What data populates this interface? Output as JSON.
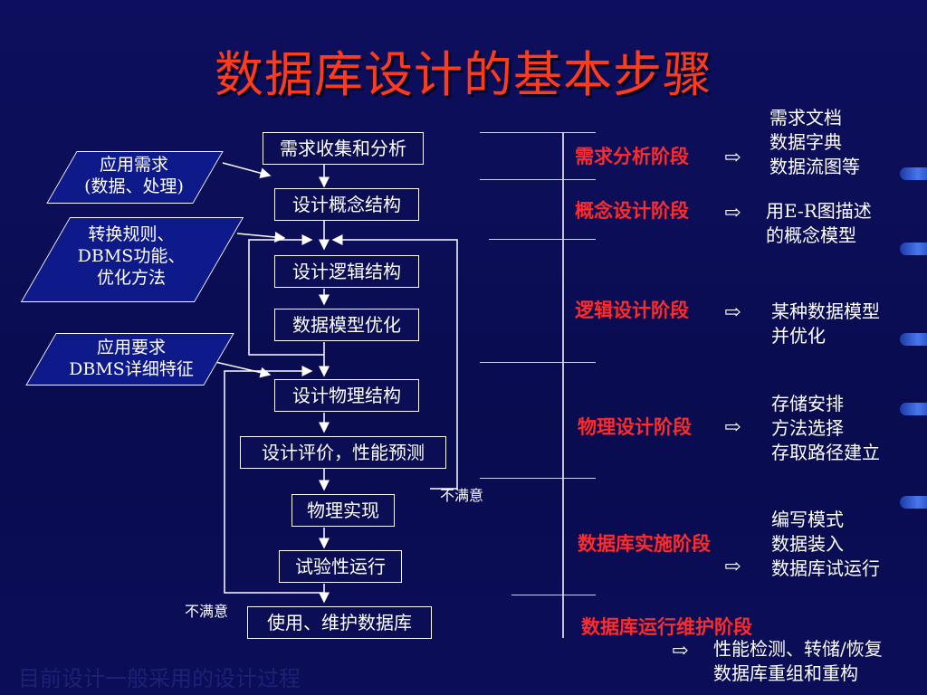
{
  "title": "数据库设计的基本步骤",
  "flow": {
    "steps": [
      "需求收集和分析",
      "设计概念结构",
      "设计逻辑结构",
      "数据模型优化",
      "设计物理结构",
      "设计评价，性能预测",
      "物理实现",
      "试验性运行",
      "使用、维护数据库"
    ],
    "inputs": [
      {
        "line1": "应用需求",
        "line2": "(数据、处理)",
        "line3": ""
      },
      {
        "line1": "转换规则、",
        "line2": "DBMS功能、",
        "line3": "优化方法"
      },
      {
        "line1": "应用要求",
        "line2": "DBMS详细特征",
        "line3": ""
      }
    ],
    "feedback1": "不满意",
    "feedback2": "不满意"
  },
  "stages": [
    {
      "name": "需求分析阶段",
      "outputs": [
        "需求文档",
        "数据字典",
        "数据流图等"
      ]
    },
    {
      "name": "概念设计阶段",
      "outputs": [
        "用E-R图描述",
        "的概念模型"
      ]
    },
    {
      "name": "逻辑设计阶段",
      "outputs": [
        "某种数据模型",
        "并优化"
      ]
    },
    {
      "name": "物理设计阶段",
      "outputs": [
        "存储安排",
        "方法选择",
        "存取路径建立"
      ]
    },
    {
      "name": "数据库实施阶段",
      "outputs": [
        "编写模式",
        "数据装入",
        "数据库试运行"
      ]
    },
    {
      "name": "数据库运行维护阶段",
      "outputs": [
        "性能检测、转储/恢复",
        "数据库重组和重构"
      ]
    }
  ],
  "arrow_symbol": "⇨",
  "footer": "目前设计一般采用的设计过程",
  "colors": {
    "title": "#ff3b1e",
    "stage": "#ff2b2b",
    "background": "#0d0f5e"
  }
}
